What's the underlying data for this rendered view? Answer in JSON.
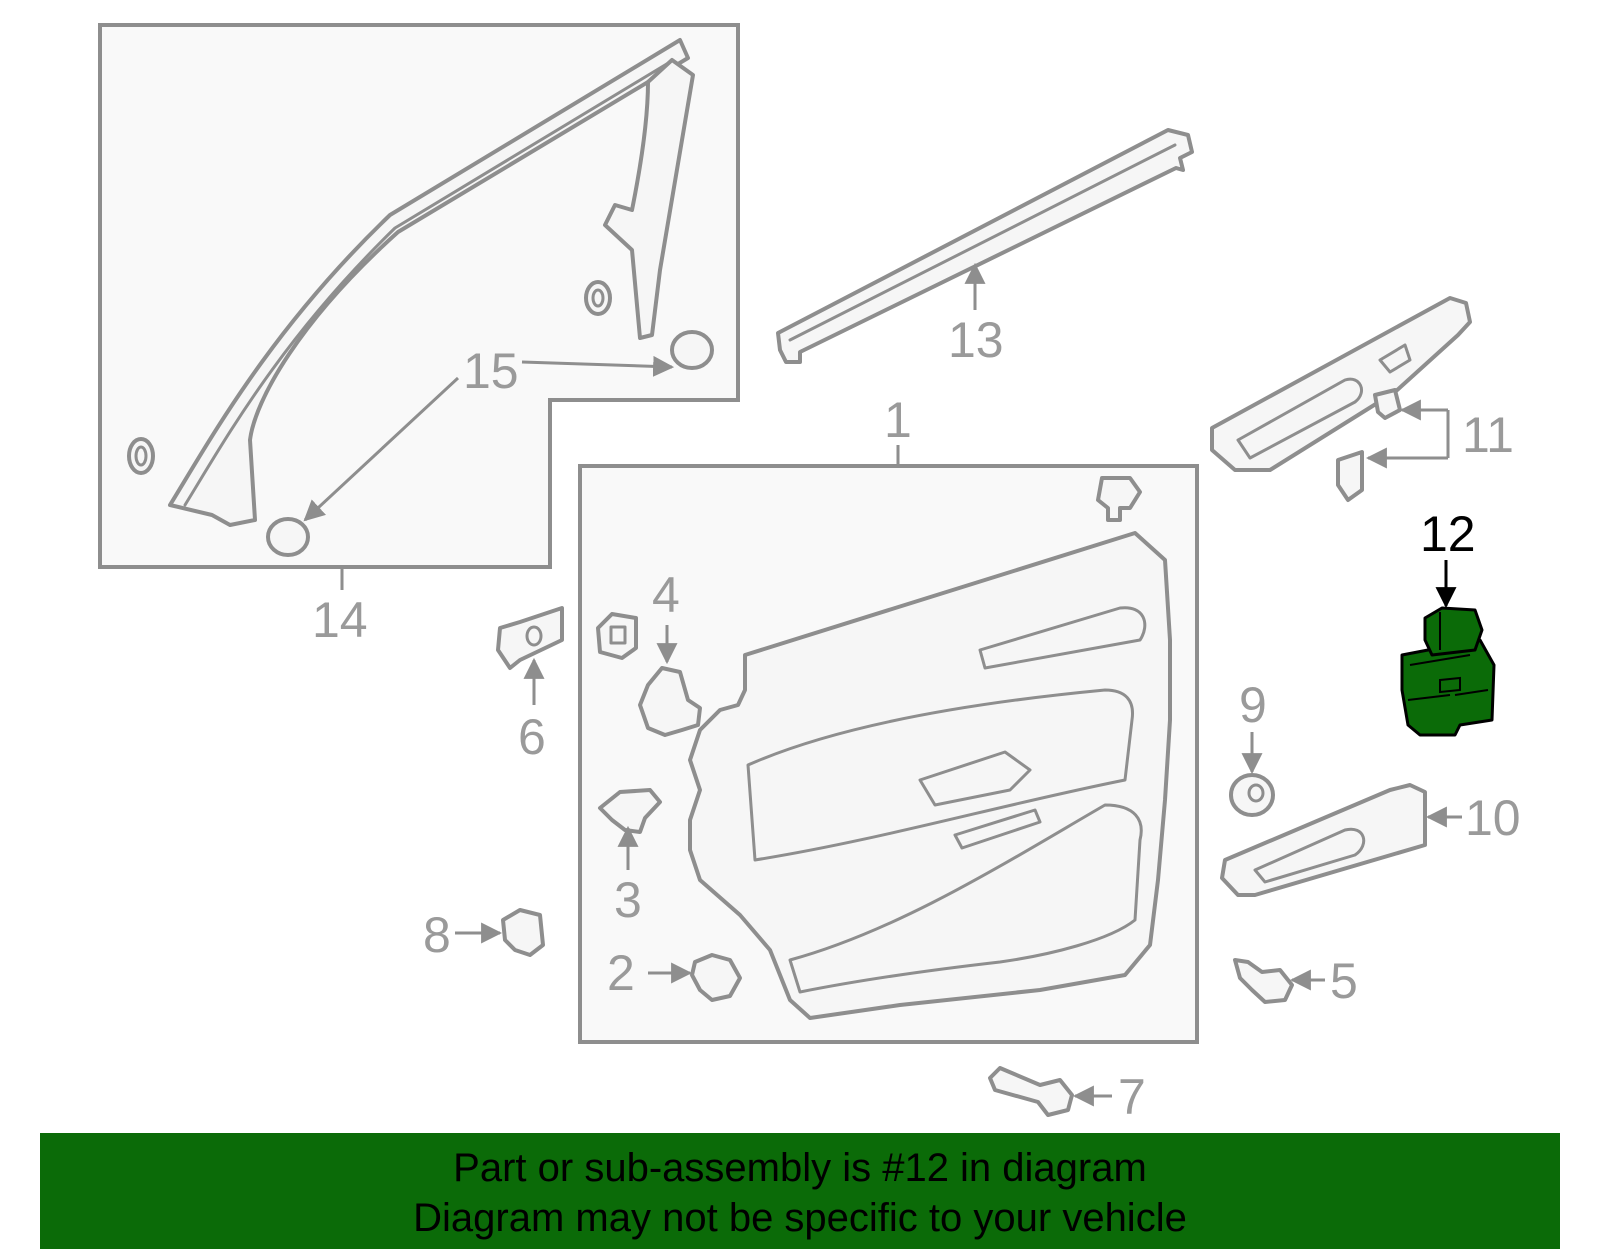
{
  "colors": {
    "highlight": "#0b6b08",
    "line": "#8e8e8e",
    "label": "#9a9a9a",
    "banner": "#0b6b08",
    "banner_text": "#000000"
  },
  "callouts": {
    "c1": "1",
    "c2": "2",
    "c3": "3",
    "c4": "4",
    "c5": "5",
    "c6": "6",
    "c7": "7",
    "c8": "8",
    "c9": "9",
    "c10": "10",
    "c11": "11",
    "c12": "12",
    "c13": "13",
    "c14": "14",
    "c15": "15"
  },
  "banner": {
    "line1": "Part or sub-assembly is #12 in diagram",
    "line2": "Diagram may not be specific to your vehicle"
  }
}
